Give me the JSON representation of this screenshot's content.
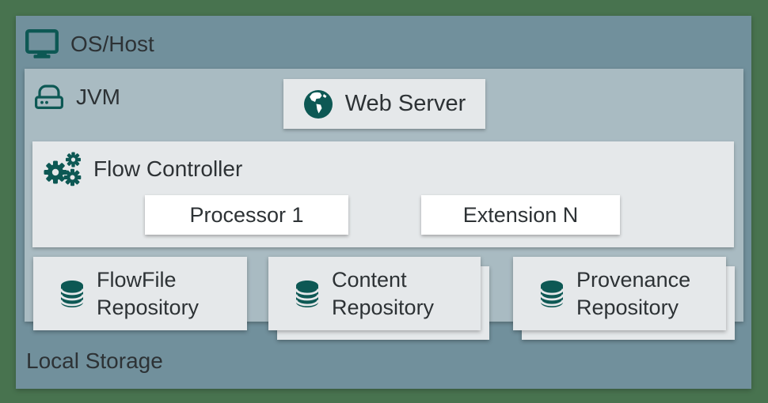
{
  "layers": {
    "os_host": {
      "label": "OS/Host",
      "icon": "monitor-icon"
    },
    "jvm": {
      "label": "JVM",
      "icon": "drive-icon"
    },
    "local_storage": {
      "label": "Local Storage"
    }
  },
  "boxes": {
    "web_server": {
      "label": "Web Server",
      "icon": "globe-icon"
    },
    "flow_controller": {
      "label": "Flow Controller",
      "icon": "gears-icon"
    },
    "processor": {
      "label": "Processor 1"
    },
    "extension": {
      "label": "Extension N"
    }
  },
  "repositories": [
    {
      "line1": "FlowFile",
      "line2": "Repository",
      "icon": "database-icon",
      "stacked": false
    },
    {
      "line1": "Content",
      "line2": "Repository",
      "icon": "database-icon",
      "stacked": true
    },
    {
      "line1": "Provenance",
      "line2": "Repository",
      "icon": "database-icon",
      "stacked": true
    }
  ],
  "colors": {
    "frame_green": "#48734f",
    "os_host_bg": "#71909c",
    "jvm_bg": "#a9bbc2",
    "panel_bg": "#e5e8ea",
    "box_bg": "#ffffff",
    "icon_teal": "#0d5854",
    "text": "#2d3235"
  }
}
